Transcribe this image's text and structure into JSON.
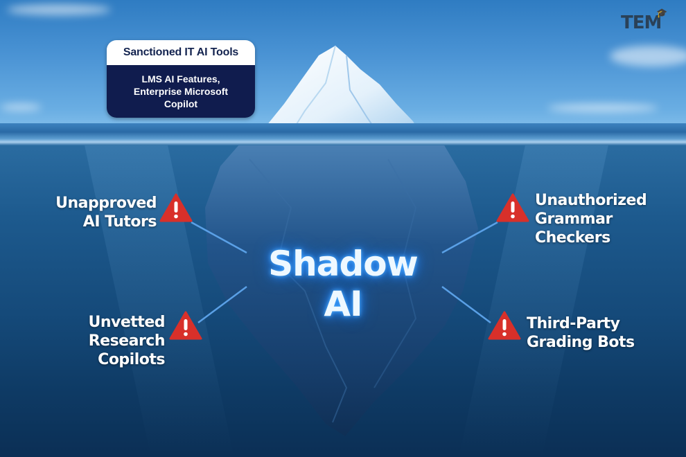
{
  "logo": {
    "text": "TEM",
    "icon": "graduation-cap-icon"
  },
  "sanctioned_box": {
    "title": "Sanctioned IT AI Tools",
    "lines": [
      "LMS AI Features,",
      "Enterprise Microsoft",
      "Copilot"
    ]
  },
  "center_label": "Shadow AI",
  "risks": [
    {
      "lines": [
        "Unapproved",
        "AI Tutors"
      ],
      "side": "left",
      "icon": "warning-icon"
    },
    {
      "lines": [
        "Unvetted",
        "Research",
        "Copilots"
      ],
      "side": "left",
      "icon": "warning-icon"
    },
    {
      "lines": [
        "Unauthorized",
        "Grammar",
        "Checkers"
      ],
      "side": "right",
      "icon": "warning-icon"
    },
    {
      "lines": [
        "Third-Party",
        "Grading Bots"
      ],
      "side": "right",
      "icon": "warning-icon"
    }
  ],
  "colors": {
    "box_header_bg": "#ffffff",
    "box_body_bg": "#101c4e",
    "box_title_text": "#13234f",
    "warning_red": "#d8302a",
    "glow_blue": "#2a8cff",
    "connector_line": "#5aa0e6"
  }
}
